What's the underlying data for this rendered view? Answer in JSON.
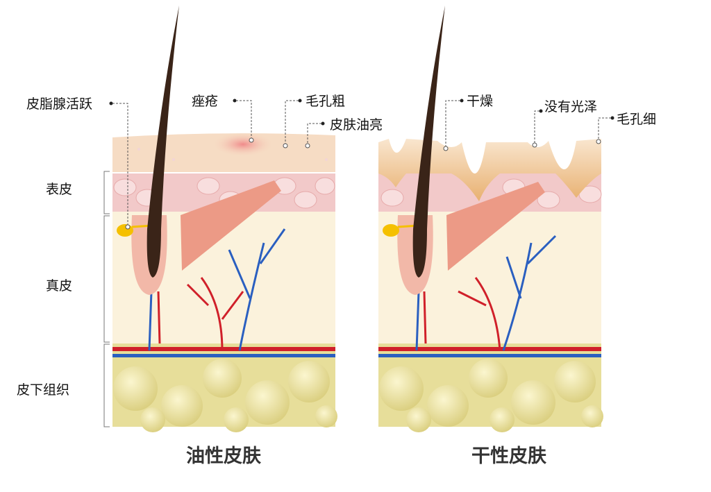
{
  "left_panel": {
    "title": "油性皮肤",
    "annotations": {
      "sebaceous": "皮脂腺活跃",
      "acne": "痤疮",
      "pores": "毛孔粗",
      "shine": "皮肤油亮"
    }
  },
  "right_panel": {
    "title": "干性皮肤",
    "annotations": {
      "dry": "干燥",
      "dull": "没有光泽",
      "pores": "毛孔细"
    }
  },
  "layers": {
    "epidermis": "表皮",
    "dermis": "真皮",
    "subcutaneous": "皮下组织"
  },
  "colors": {
    "surface": "#f6dcc4",
    "epidermis": "#f2c9c9",
    "dermis": "#fbf2dc",
    "fat": "#e7de9a",
    "artery": "#d0202a",
    "vein": "#2a5fc0",
    "hair": "#3a2418"
  }
}
